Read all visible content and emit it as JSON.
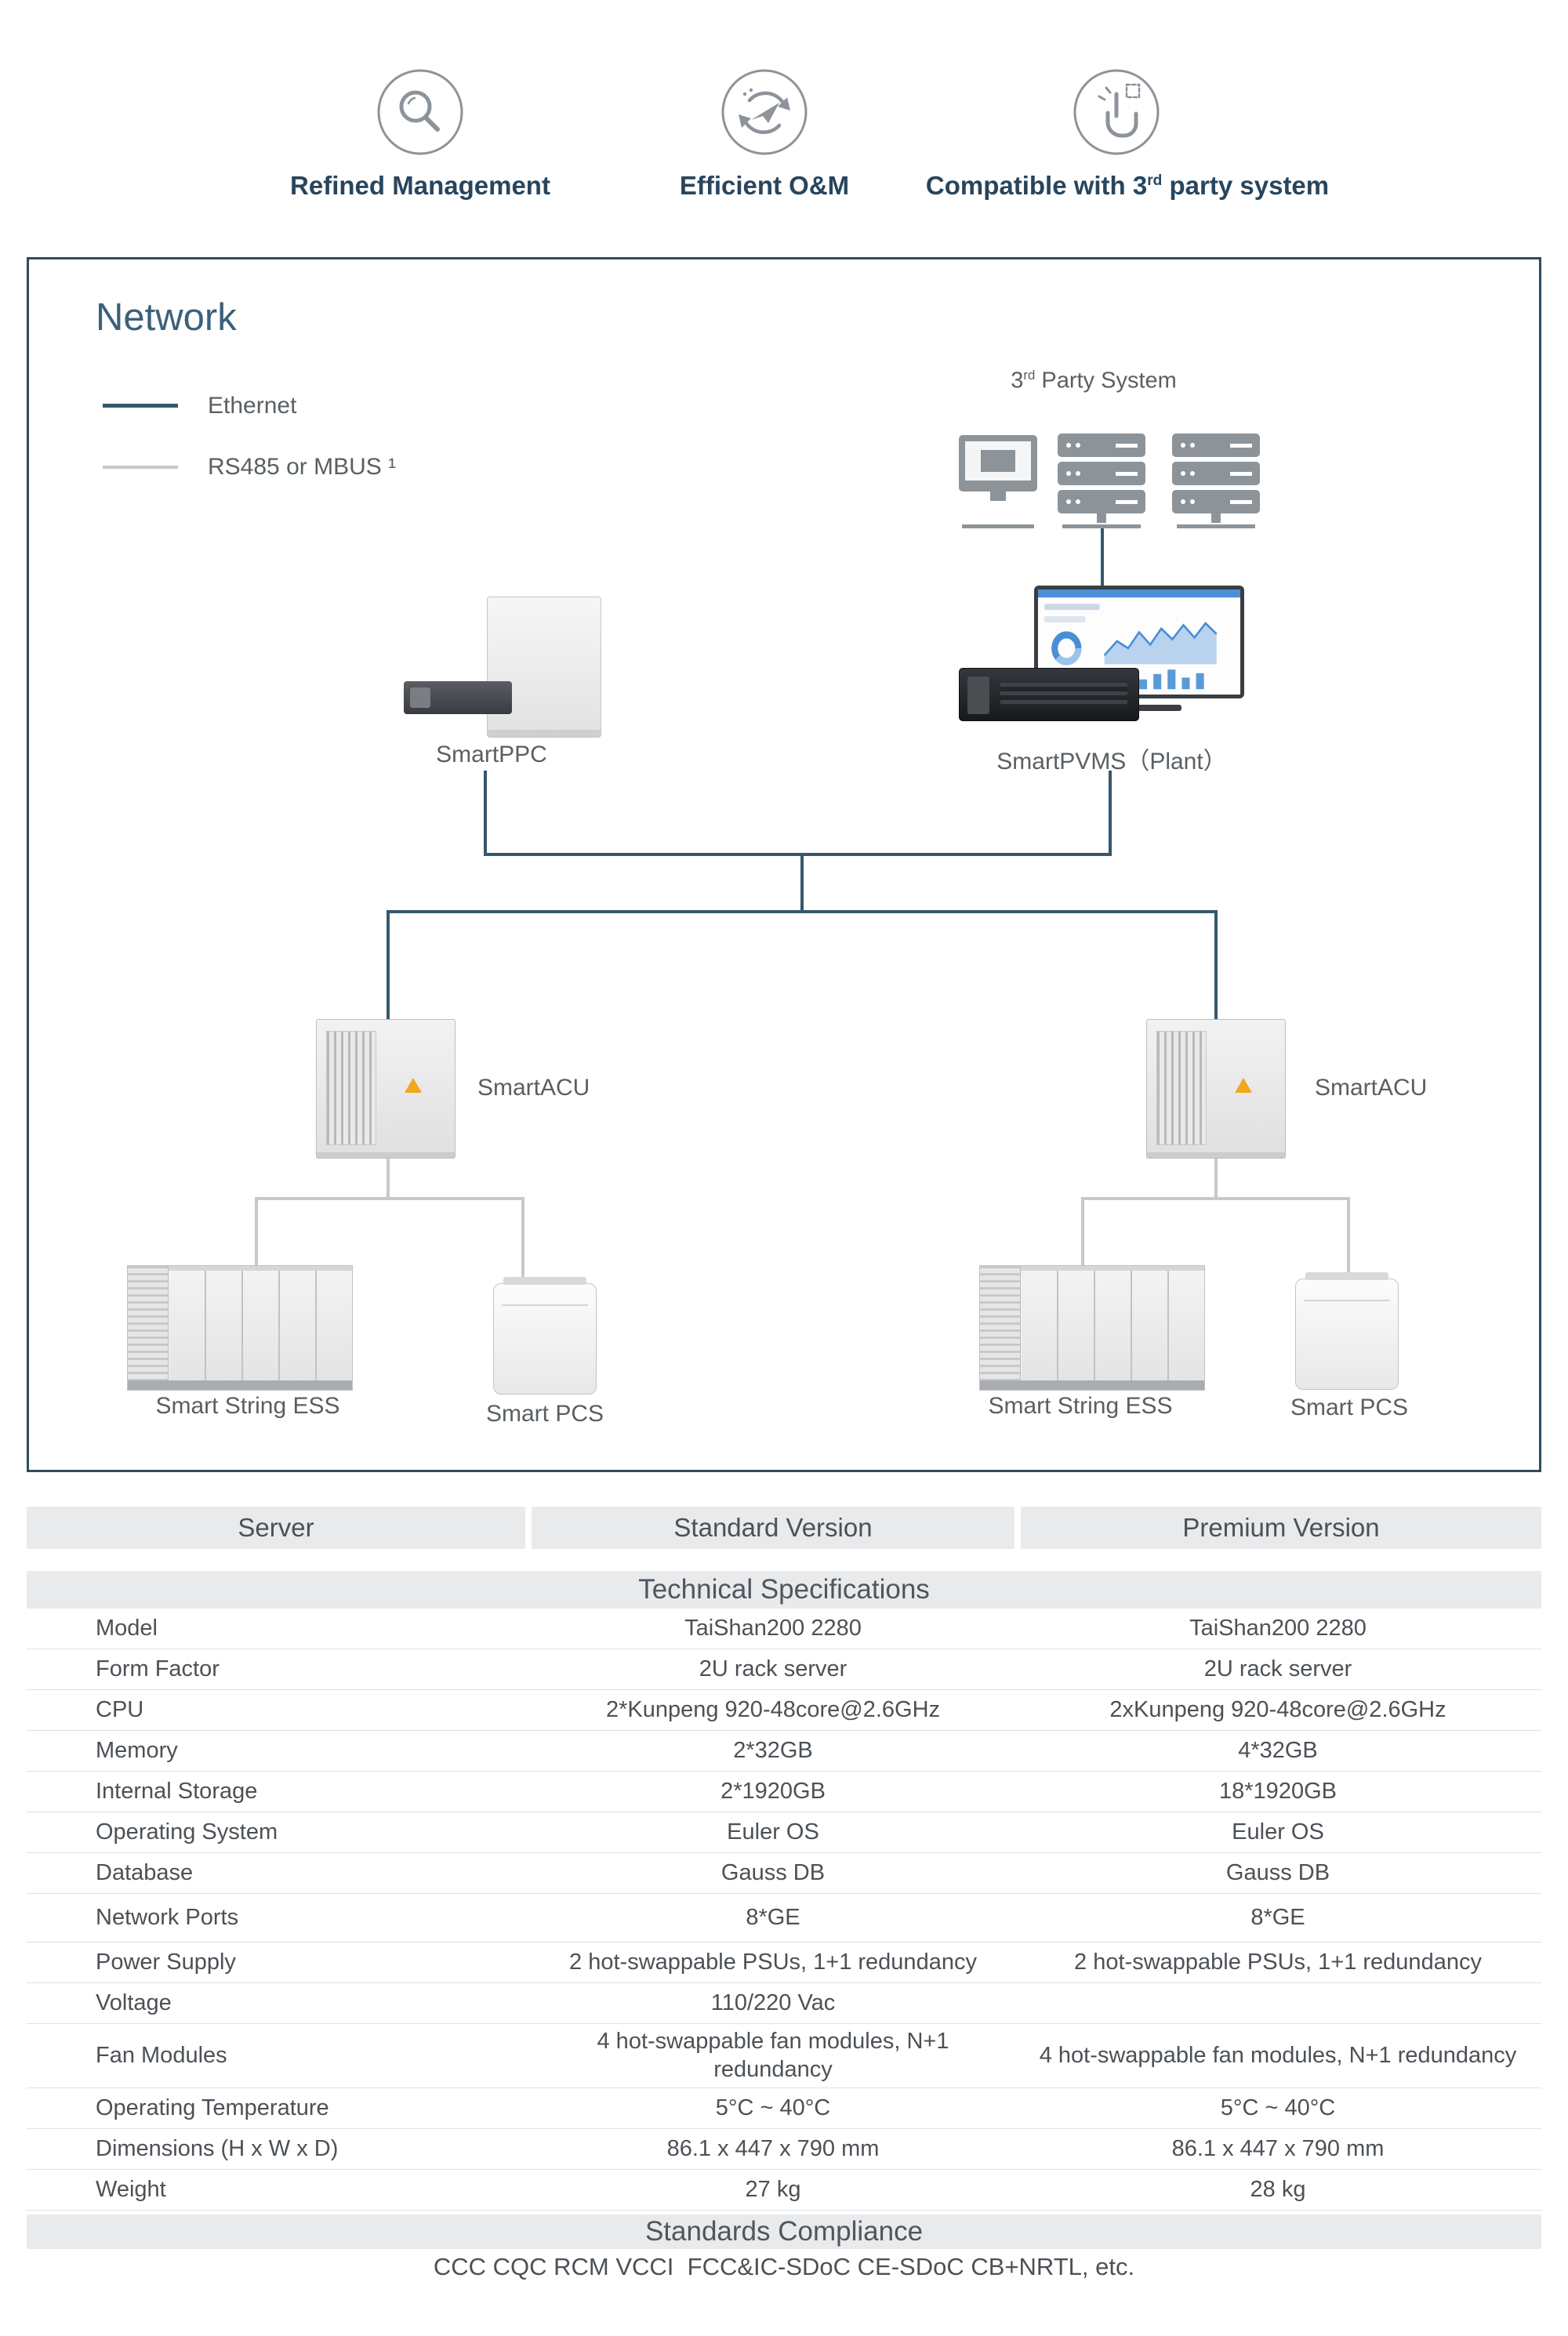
{
  "features": [
    {
      "label": "Refined Management"
    },
    {
      "label": "Efficient O&M"
    },
    {
      "prefix": "Compatible with 3",
      "sup": "rd",
      "suffix": " party system"
    }
  ],
  "network": {
    "title": "Network",
    "legend": {
      "ethernet": "Ethernet",
      "rs485": "RS485 or MBUS ¹"
    },
    "third_party": {
      "prefix": "3",
      "sup": "rd",
      "suffix": " Party System"
    },
    "labels": {
      "smartppc": "SmartPPC",
      "smartpvms": "SmartPVMS（Plant）",
      "smartacu_left": "SmartACU",
      "smartacu_right": "SmartACU",
      "ess_left": "Smart String ESS",
      "pcs_left": "Smart PCS",
      "ess_right": "Smart String ESS",
      "pcs_right": "Smart PCS"
    }
  },
  "table": {
    "header": [
      "Server",
      "Standard Version",
      "Premium Version"
    ],
    "section_title": "Technical Specifications",
    "rows": [
      {
        "label": "Model",
        "standard": "TaiShan200 2280",
        "premium": "TaiShan200 2280"
      },
      {
        "label": "Form Factor",
        "standard": "2U rack server",
        "premium": "2U rack server"
      },
      {
        "label": "CPU",
        "standard": "2*Kunpeng 920-48core@2.6GHz",
        "premium": "2xKunpeng 920-48core@2.6GHz"
      },
      {
        "label": "Memory",
        "standard": "2*32GB",
        "premium": "4*32GB"
      },
      {
        "label": "Internal Storage",
        "standard": "2*1920GB",
        "premium": "18*1920GB"
      },
      {
        "label": "Operating System",
        "standard": "Euler OS",
        "premium": "Euler OS"
      },
      {
        "label": "Database",
        "standard": "Gauss DB",
        "premium": "Gauss DB"
      },
      {
        "label": "Network Ports",
        "standard": "8*GE",
        "premium": "8*GE"
      },
      {
        "label": "Power Supply",
        "standard": "2 hot-swappable PSUs, 1+1 redundancy",
        "premium": "2 hot-swappable PSUs, 1+1 redundancy"
      },
      {
        "label": "Voltage",
        "standard": "110/220 Vac",
        "premium": ""
      },
      {
        "label": "Fan Modules",
        "standard": "4 hot-swappable fan modules, N+1 redundancy",
        "premium": "4 hot-swappable fan modules, N+1 redundancy"
      },
      {
        "label": "Operating Temperature",
        "standard": "5°C ~ 40°C",
        "premium": "5°C ~ 40°C"
      },
      {
        "label": "Dimensions (H x W x D)",
        "standard": "86.1 x 447 x 790 mm",
        "premium": "86.1 x 447 x 790 mm"
      },
      {
        "label": "Weight",
        "standard": "27 kg",
        "premium": "28 kg"
      }
    ],
    "compliance_title": "Standards Compliance",
    "compliance_text": "CCC CQC RCM VCCI  FCC&IC-SDoC CE-SDoC CB+NRTL, etc."
  },
  "colors": {
    "accent_dark": "#2d4c60",
    "heading": "#3c607a",
    "ethernet_line": "#35586d",
    "rs485_line": "#c8c8c8",
    "table_header_bg": "#e8eaec",
    "warning": "#f2a71c"
  }
}
